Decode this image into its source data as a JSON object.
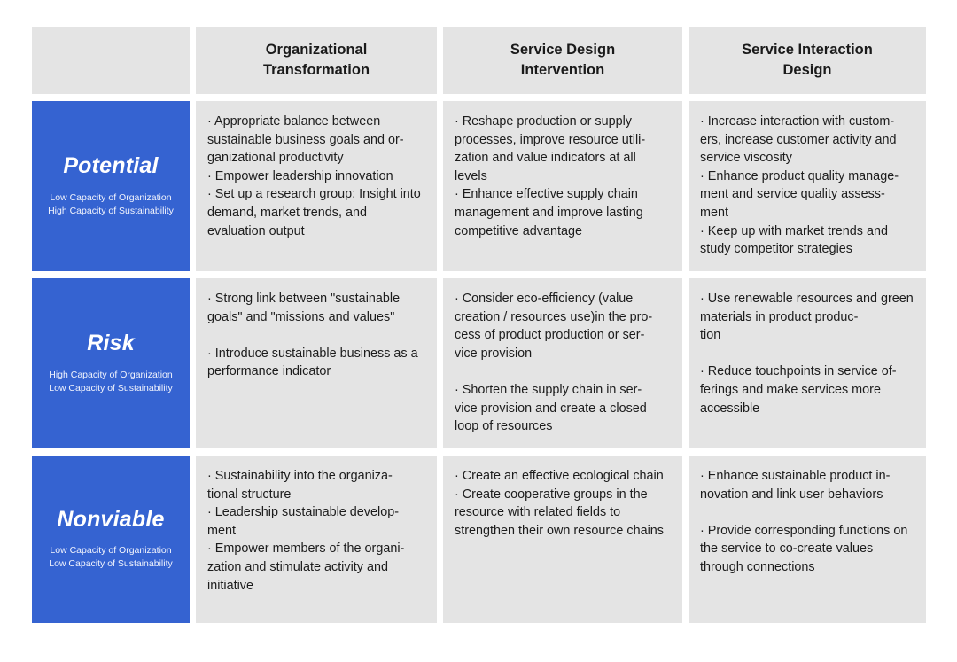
{
  "matrix": {
    "corner_label": "",
    "columns": [
      {
        "label": "Organizational\nTransformation"
      },
      {
        "label": "Service Design\nIntervention"
      },
      {
        "label": "Service Interaction\nDesign"
      }
    ],
    "rows": [
      {
        "title": "Potential",
        "subtitle": "Low Capacity of Organization\nHigh Capacity of Sustainability",
        "cells": [
          "· Appropriate balance between sustainable business goals and or-\nganizational productivity\n· Empower leadership innovation\n· Set up a research group: Insight into demand, market trends, and evaluation output",
          "· Reshape production or supply processes, improve resource utili-\nzation and value indicators at all levels\n· Enhance effective supply chain management and improve lasting competitive advantage",
          "· Increase interaction with custom-\ners, increase customer activity and service viscosity\n· Enhance product quality manage-\nment and service quality assess-\nment\n· Keep up with market trends and study competitor strategies"
        ]
      },
      {
        "title": "Risk",
        "subtitle": "High Capacity of Organization\nLow Capacity of Sustainability",
        "cells": [
          "· Strong link between \"sustainable goals\" and \"missions and values\"\n\n· Introduce sustainable business as a performance indicator",
          "· Consider eco-efficiency  (value creation / resources use)in the pro-\ncess of product production or ser-\nvice provision\n\n· Shorten the supply chain in ser-\nvice provision and create a closed loop of resources",
          "· Use renewable resources and green materials in product produc-\ntion\n\n· Reduce touchpoints in service of-\nferings and make services more accessible"
        ]
      },
      {
        "title": "Nonviable",
        "subtitle": "Low Capacity of Organization\nLow Capacity of Sustainability",
        "cells": [
          "· Sustainability into the organiza-\ntional structure\n· Leadership sustainable develop-\nment\n· Empower members of the organi-\nzation and stimulate  activity and initiative",
          "· Create an effective ecological chain\n· Create cooperative groups in the resource with related fields to strengthen their own resource chains",
          "· Enhance sustainable product in-\nnovation and link user behaviors\n\n· Provide corresponding functions on the service to co-create values through connections"
        ]
      }
    ]
  },
  "colors": {
    "accent_blue": "#3563d1",
    "cell_gray": "#e4e4e4",
    "page_background": "#ffffff",
    "text_dark": "#1c1c1c",
    "text_light": "#ffffff"
  }
}
